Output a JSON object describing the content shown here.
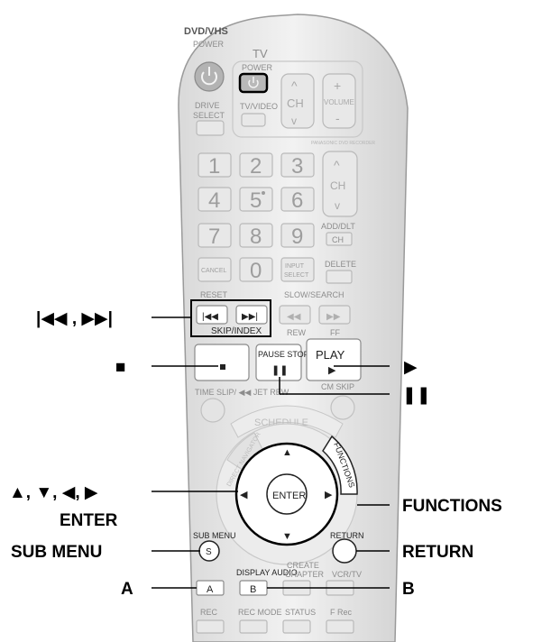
{
  "remote": {
    "brand_label": "DVD/VHS",
    "power_label": "POWER",
    "drive_select_label": "DRIVE\nSELECT",
    "tv_label": "TV",
    "tv_power_label": "POWER",
    "tv_video_label": "TV/VIDEO",
    "ch_label": "CH",
    "volume_label": "VOLUME",
    "small_print": "PANASONIC DVD RECORDER",
    "numbers": [
      "1",
      "2",
      "3",
      "4",
      "5",
      "6",
      "7",
      "8",
      "9",
      "0"
    ],
    "ch_label_2": "CH",
    "add_dlt_label": "ADD/DLT",
    "add_dlt_ch": "CH",
    "cancel_label": "CANCEL",
    "input_select_label": "INPUT\nSELECT",
    "delete_label": "DELETE",
    "reset_label": "RESET",
    "slow_search_label": "SLOW/SEARCH",
    "skip_index_label": "SKIP/INDEX",
    "rew_label": "REW",
    "ff_label": "FF",
    "pause_stop_label": "PAUSE STOP",
    "play_label": "PLAY",
    "time_slip_label": "TIME SLIP/ ◀◀ JET REW",
    "cm_skip_label": "CM SKIP",
    "schedule_label": "SCHEDULE",
    "direct_navigator_label": "DIRECT NAVIGATOR",
    "functions_btn_label": "FUNCTIONS",
    "enter_label": "ENTER",
    "sub_menu_label": "SUB MENU",
    "s_label": "S",
    "return_label": "RETURN",
    "display_audio_label": "DISPLAY AUDIO",
    "create_chapter_label": "CREATE\nCHAPTER",
    "vcr_tv_label": "VCR/TV",
    "a_label": "A",
    "b_label": "B",
    "rec_label": "REC",
    "rec_mode_label": "REC MODE",
    "status_label": "STATUS",
    "f_rec_label": "F Rec"
  },
  "callouts": {
    "skip": "|◀◀ , ▶▶|",
    "stop": "■",
    "play": "▶",
    "pause": "❚❚",
    "arrows": "▲, ▼, ◀, ▶",
    "enter": "ENTER",
    "functions": "FUNCTIONS",
    "sub_menu": "SUB MENU",
    "return": "RETURN",
    "a": "A",
    "b": "B"
  }
}
